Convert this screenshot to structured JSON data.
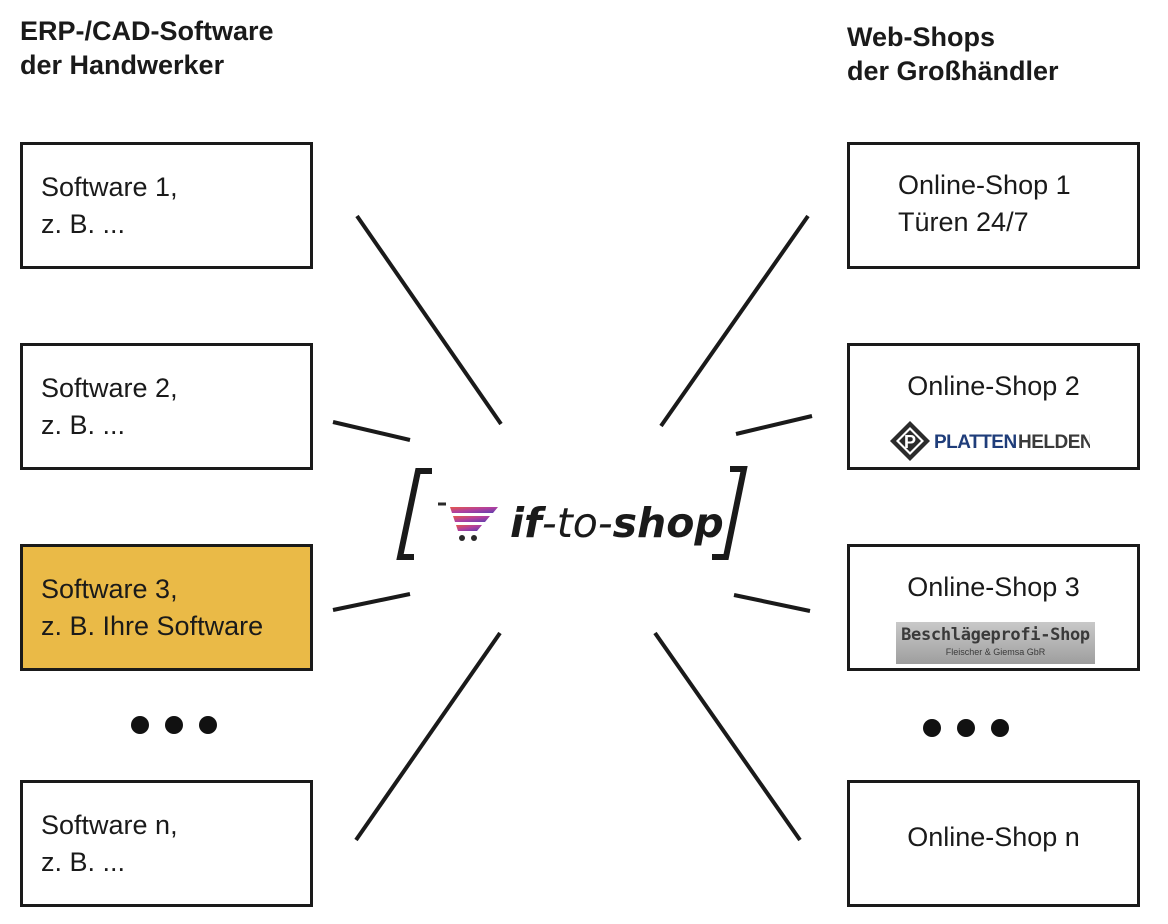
{
  "left_heading": [
    "ERP-/CAD-Software",
    "der Handwerker"
  ],
  "right_heading": [
    "Web-Shops",
    "der Großhändler"
  ],
  "software": [
    {
      "line1": "Software 1,",
      "line2": "z. B.  ..."
    },
    {
      "line1": "Software 2,",
      "line2": "z. B.  ..."
    },
    {
      "line1": "Software 3,",
      "line2": "z. B.  Ihre Software"
    },
    {
      "line1": "Software n,",
      "line2": "z. B.  ..."
    }
  ],
  "shops": [
    {
      "line1": "Online-Shop 1",
      "line2": "Türen 24/7"
    },
    {
      "line1": "Online-Shop 2"
    },
    {
      "line1": "Online-Shop 3"
    },
    {
      "line1": "Online-Shop n"
    }
  ],
  "logos": {
    "platten_a": "PLATTEN",
    "platten_b": "HELDEN",
    "beschlag_main": "Beschlägeprofi-Shop",
    "beschlag_sub": "Fleischer & Giemsa GbR"
  },
  "center_logo": {
    "part1": "if",
    "part2": "-to-",
    "part3": "shop",
    "icon": "shopping-cart-icon"
  },
  "colors": {
    "highlight": "#eaba47",
    "cart_gradient": [
      "#e6584a",
      "#b03fa0",
      "#5b3fae"
    ]
  }
}
